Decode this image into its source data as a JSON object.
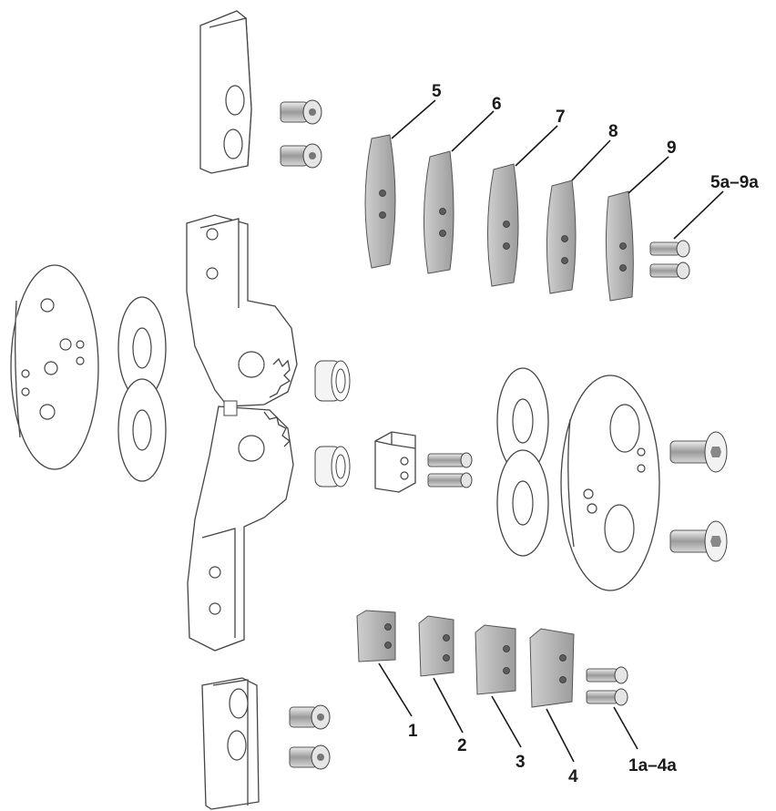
{
  "diagram": {
    "labels": {
      "p1": "1",
      "p2": "2",
      "p3": "3",
      "p4": "4",
      "p5": "5",
      "p6": "6",
      "p7": "7",
      "p8": "8",
      "p9": "9",
      "screws_upper": "5a–9a",
      "screws_lower": "1a–4a"
    }
  },
  "colors": {
    "jaw_light": "#d9d9d9",
    "jaw_dark": "#9a9a9a",
    "line": "#444444",
    "label": "#1a1a1a"
  }
}
